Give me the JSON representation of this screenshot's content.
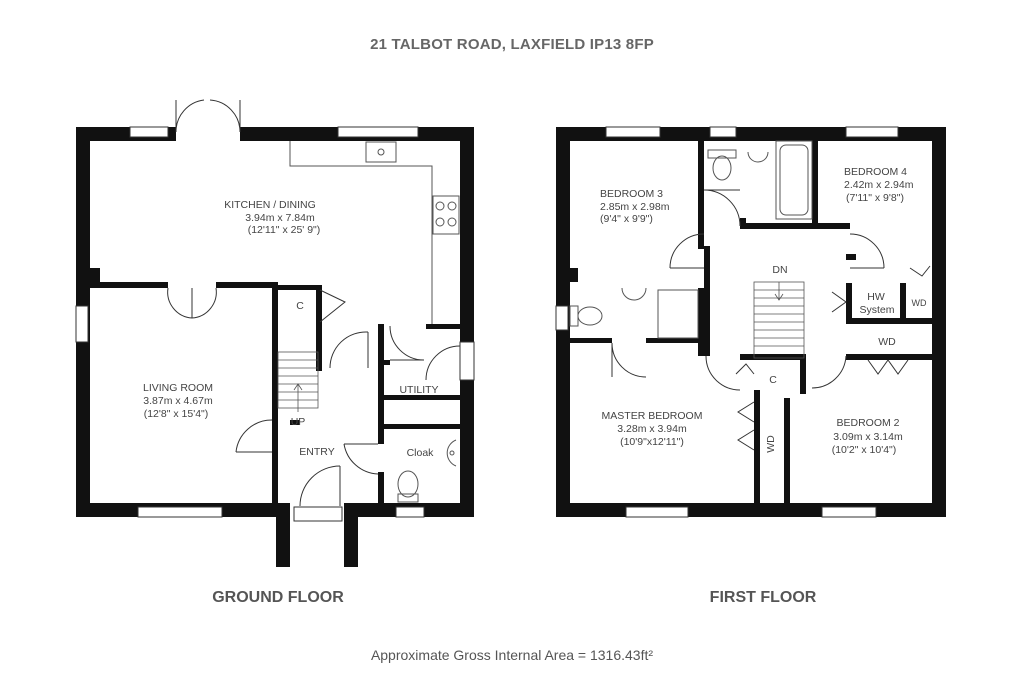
{
  "title": "21 TALBOT ROAD, LAXFIELD  IP13 8FP",
  "ground_floor": {
    "label": "GROUND FLOOR",
    "rooms": {
      "kitchen_name": "KITCHEN / DINING",
      "kitchen_metric": "3.94m x 7.84m",
      "kitchen_imperial": "(12'11\" x 25' 9\")",
      "living_name": "LIVING ROOM",
      "living_metric": "3.87m x 4.67m",
      "living_imperial": "(12'8\" x 15'4\")",
      "cupboard": "C",
      "stairs_up": "UP",
      "utility": "UTILITY",
      "entry": "ENTRY",
      "cloak": "Cloak"
    }
  },
  "first_floor": {
    "label": "FIRST FLOOR",
    "rooms": {
      "bed3_name": "BEDROOM 3",
      "bed3_metric": "2.85m x 2.98m",
      "bed3_imperial": "(9'4\" x 9'9\")",
      "bed4_name": "BEDROOM 4",
      "bed4_metric": "2.42m x 2.94m",
      "bed4_imperial": "(7'11\" x 9'8\")",
      "stairs_down": "DN",
      "hw": "HW",
      "hw_system": "System",
      "wd_small": "WD",
      "wd": "WD",
      "cupboard": "C",
      "master_name": "MASTER BEDROOM",
      "master_metric": "3.28m x 3.94m",
      "master_imperial": "(10'9\"x12'11\")",
      "wd_vertical": "WD",
      "bed2_name": "BEDROOM 2",
      "bed2_metric": "3.09m x 3.14m",
      "bed2_imperial": "(10'2\" x 10'4\")"
    }
  },
  "gross_area": "Approximate Gross Internal Area = 1316.43ft²",
  "colors": {
    "wall": "#111111",
    "line": "#333333",
    "text": "#444444"
  }
}
